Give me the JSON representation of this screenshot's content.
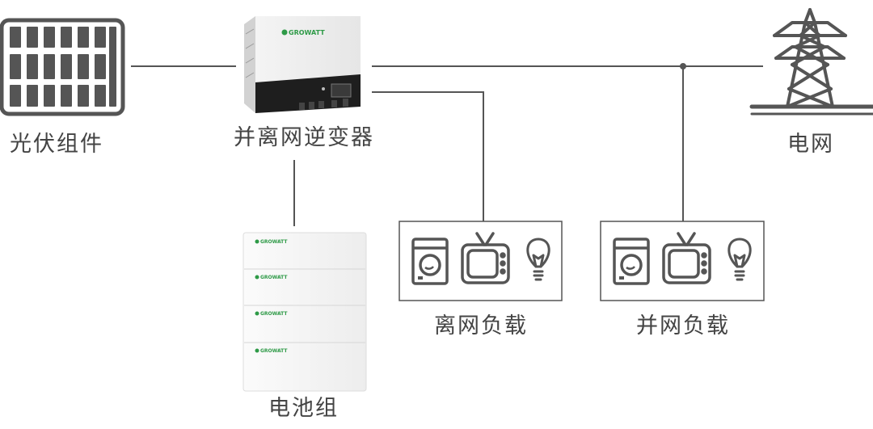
{
  "labels": {
    "pv_modules": "光伏组件",
    "inverter": "并离网逆变器",
    "grid": "电网",
    "battery_pack": "电池组",
    "offgrid_load": "离网负载",
    "ongrid_load": "并网负载"
  },
  "brand": "GROWATT",
  "colors": {
    "line": "#555555",
    "brand_green": "#2e9a47",
    "inverter_dark": "#1e1e1e",
    "text": "#444444"
  },
  "icons": [
    "solar-panel-icon",
    "inverter-device",
    "transmission-tower-icon",
    "battery-stack",
    "washing-machine-icon",
    "tv-icon",
    "light-bulb-icon"
  ]
}
